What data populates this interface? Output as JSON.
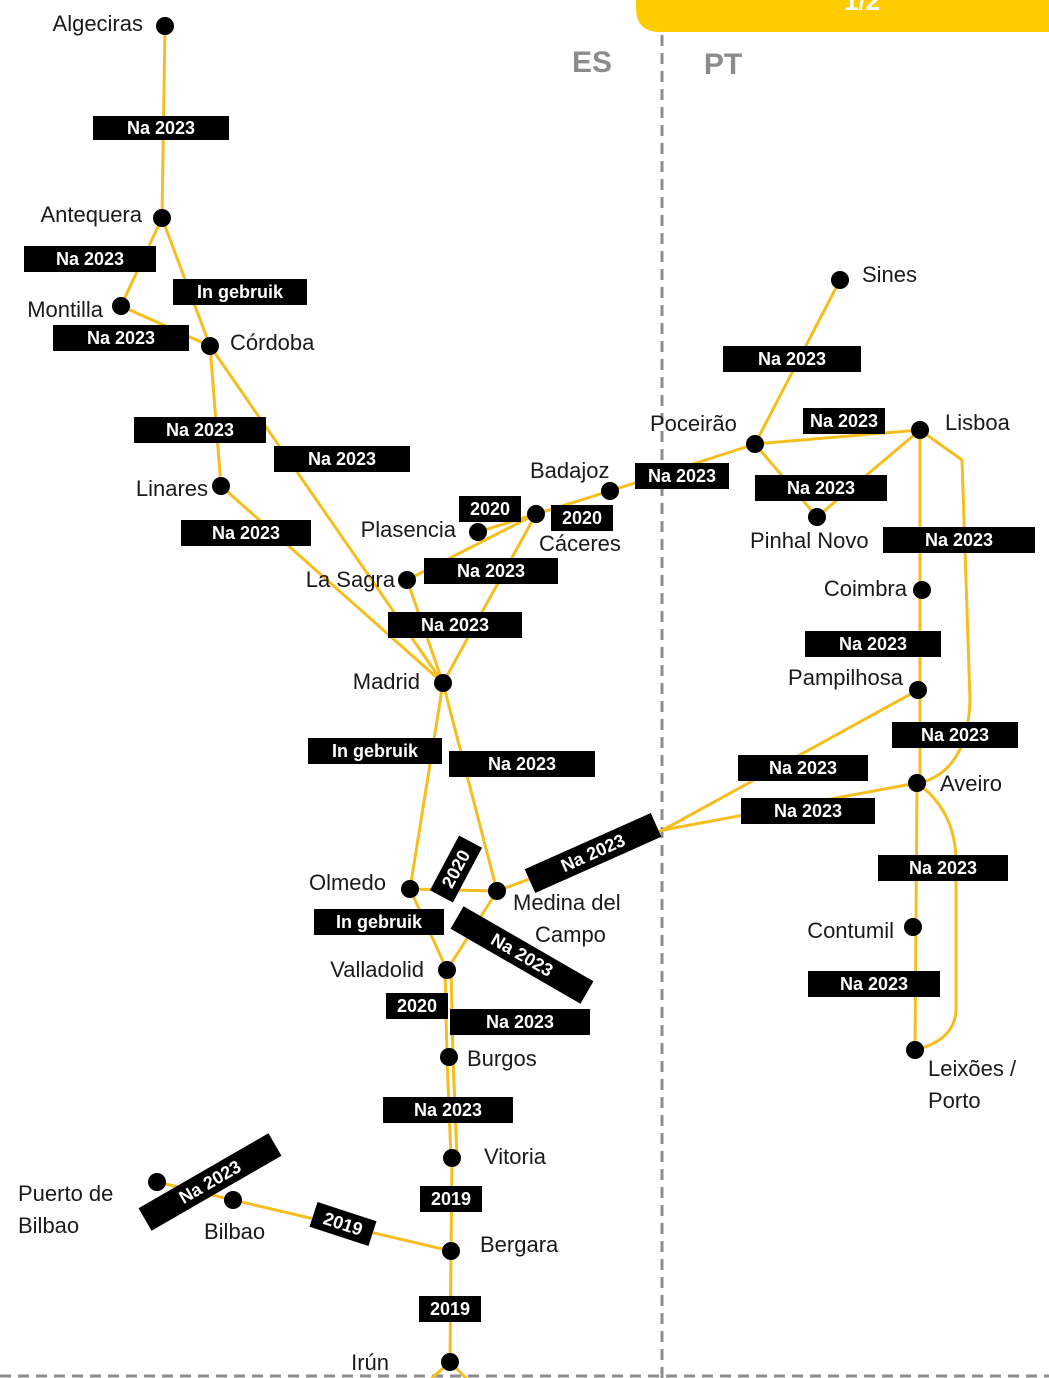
{
  "page_tab": {
    "label": "1/2",
    "color": "#FFCC00"
  },
  "regions": [
    {
      "code": "ES"
    },
    {
      "code": "PT"
    }
  ],
  "colors": {
    "route": "#F5BE1E",
    "border": "#8c8c8c",
    "station": "#000000",
    "badge": "#000000"
  },
  "stations": [
    {
      "id": "algeciras",
      "name": "Algeciras"
    },
    {
      "id": "antequera",
      "name": "Antequera"
    },
    {
      "id": "montilla",
      "name": "Montilla"
    },
    {
      "id": "cordoba",
      "name": "Córdoba"
    },
    {
      "id": "linares",
      "name": "Linares"
    },
    {
      "id": "plasencia",
      "name": "Plasencia"
    },
    {
      "id": "la-sagra",
      "name": "La Sagra"
    },
    {
      "id": "caceres",
      "name": "Cáceres"
    },
    {
      "id": "badajoz",
      "name": "Badajoz"
    },
    {
      "id": "madrid",
      "name": "Madrid"
    },
    {
      "id": "olmedo",
      "name": "Olmedo"
    },
    {
      "id": "medina",
      "name": "Medina del Campo"
    },
    {
      "id": "valladolid",
      "name": "Valladolid"
    },
    {
      "id": "burgos",
      "name": "Burgos"
    },
    {
      "id": "vitoria",
      "name": "Vitoria"
    },
    {
      "id": "bergara",
      "name": "Bergara"
    },
    {
      "id": "irun",
      "name": "Irún"
    },
    {
      "id": "bilbao",
      "name": "Bilbao"
    },
    {
      "id": "puerto-bilbao",
      "name": "Puerto de Bilbao"
    },
    {
      "id": "sines",
      "name": "Sines"
    },
    {
      "id": "poceirao",
      "name": "Poceirão"
    },
    {
      "id": "lisboa",
      "name": "Lisboa"
    },
    {
      "id": "pinhal-novo",
      "name": "Pinhal Novo"
    },
    {
      "id": "coimbra",
      "name": "Coimbra"
    },
    {
      "id": "pampilhosa",
      "name": "Pampilhosa"
    },
    {
      "id": "aveiro",
      "name": "Aveiro"
    },
    {
      "id": "contumil",
      "name": "Contumil"
    },
    {
      "id": "leixoes",
      "name": "Leixões / Porto"
    }
  ],
  "labels": [
    "Na 2023",
    "Na 2023",
    "In gebruik",
    "Na 2023",
    "Na 2023",
    "Na 2023",
    "Na 2023",
    "2020",
    "2020",
    "Na 2023",
    "Na 2023",
    "In gebruik",
    "Na 2023",
    "2020",
    "Na 2023",
    "In gebruik",
    "Na 2023",
    "2020",
    "Na 2023",
    "Na 2023",
    "2019",
    "Na 2023",
    "2019",
    "2019",
    "Na 2023",
    "Na 2023",
    "Na 2023",
    "Na 2023",
    "Na 2023",
    "Na 2023",
    "Na 2023",
    "Na 2023",
    "Na 2023",
    "Na 2023",
    "Na 2023",
    "Na 2023"
  ]
}
